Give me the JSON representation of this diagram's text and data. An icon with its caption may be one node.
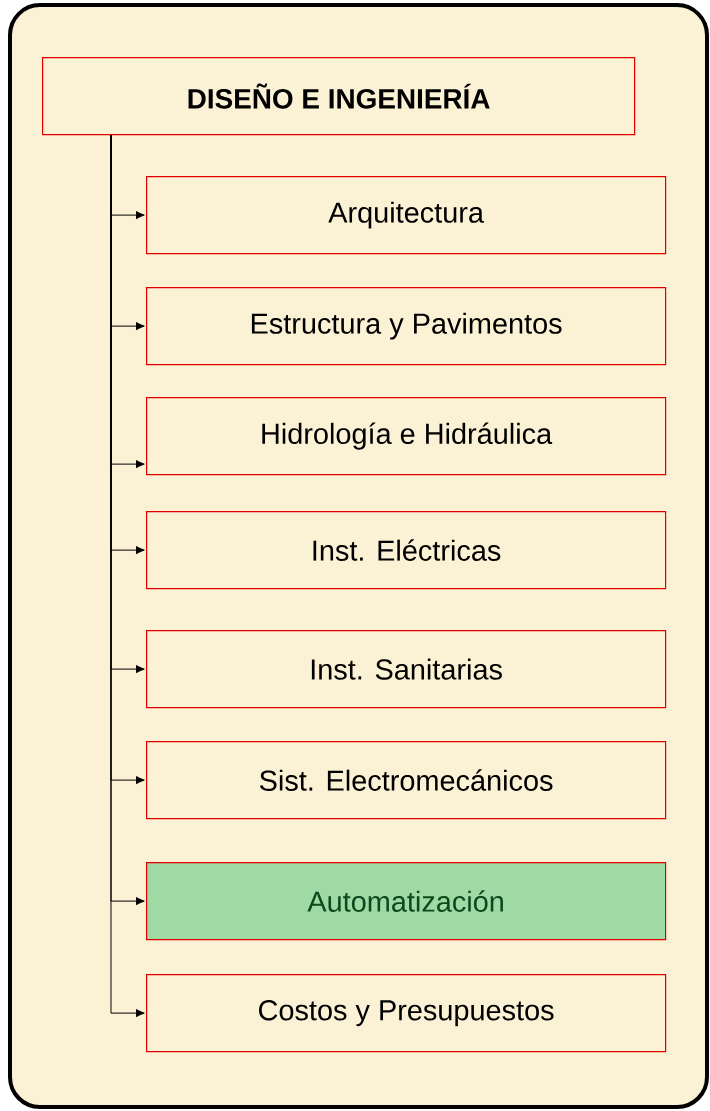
{
  "diagram": {
    "nodes": [
      {
        "text": [
          "DISEÑO E INGENIERÍA"
        ]
      },
      {
        "text": [
          "Arquitectura"
        ]
      },
      {
        "text": [
          "Estructura y Pavimentos"
        ]
      },
      {
        "text": [
          "Hidrología e Hidráulica"
        ]
      },
      {
        "text": [
          "Inst. Eléctricas"
        ]
      },
      {
        "text": [
          "Inst. Sanitarias"
        ]
      },
      {
        "text": [
          "Sist. Electromecánicos"
        ]
      },
      {
        "text": [
          "Automatización"
        ]
      },
      {
        "text": [
          "Costos y Presupuestos"
        ]
      }
    ],
    "edges": [
      {
        "from": 0,
        "to": 1,
        "arrow": "to"
      },
      {
        "from": 0,
        "to": 2,
        "arrow": "to"
      },
      {
        "from": 0,
        "to": 3,
        "arrow": "to"
      },
      {
        "from": 0,
        "to": 4,
        "arrow": "to"
      },
      {
        "from": 0,
        "to": 5,
        "arrow": "to"
      },
      {
        "from": 0,
        "to": 6,
        "arrow": "to"
      },
      {
        "from": 0,
        "to": 7,
        "arrow": "to"
      },
      {
        "from": 0,
        "to": 8,
        "arrow": "to"
      }
    ]
  }
}
